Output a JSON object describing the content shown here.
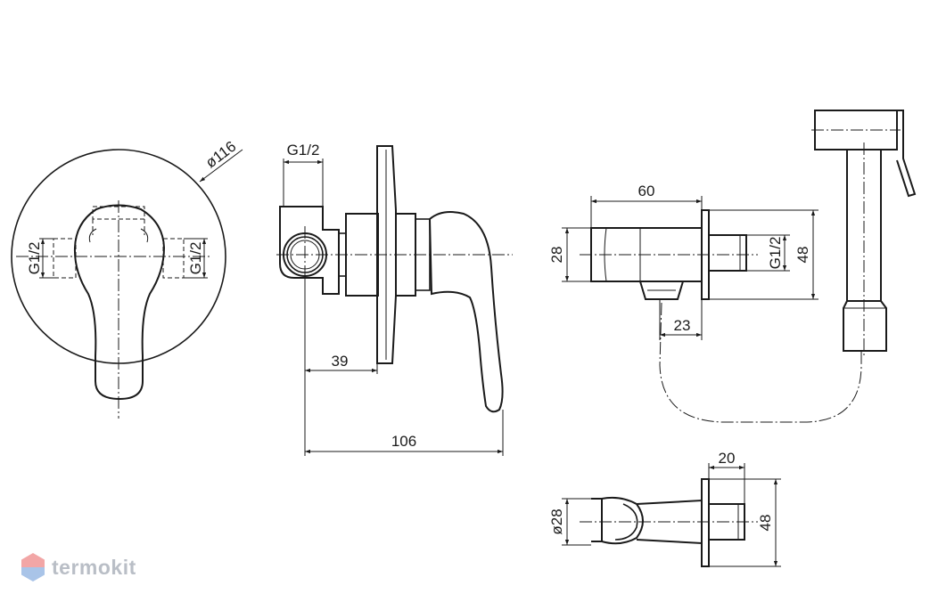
{
  "brand": {
    "name": "termokit",
    "logo_top_color": "#f2a6a6",
    "logo_bottom_color": "#a9c4e8",
    "text_color": "#b9bec6"
  },
  "front_view": {
    "diameter_label": "ø116",
    "thread_left_label": "G1/2",
    "thread_right_label": "G1/2"
  },
  "side_view": {
    "thread_label": "G1/2",
    "dim_39": "39",
    "dim_106": "106"
  },
  "holder_view": {
    "width_label": "60",
    "height_28_label": "28",
    "thread_label": "G1/2",
    "height_48_label": "48",
    "offset_label": "23"
  },
  "bracket_view": {
    "depth_label": "20",
    "diameter_label": "ø28",
    "height_label": "48"
  }
}
